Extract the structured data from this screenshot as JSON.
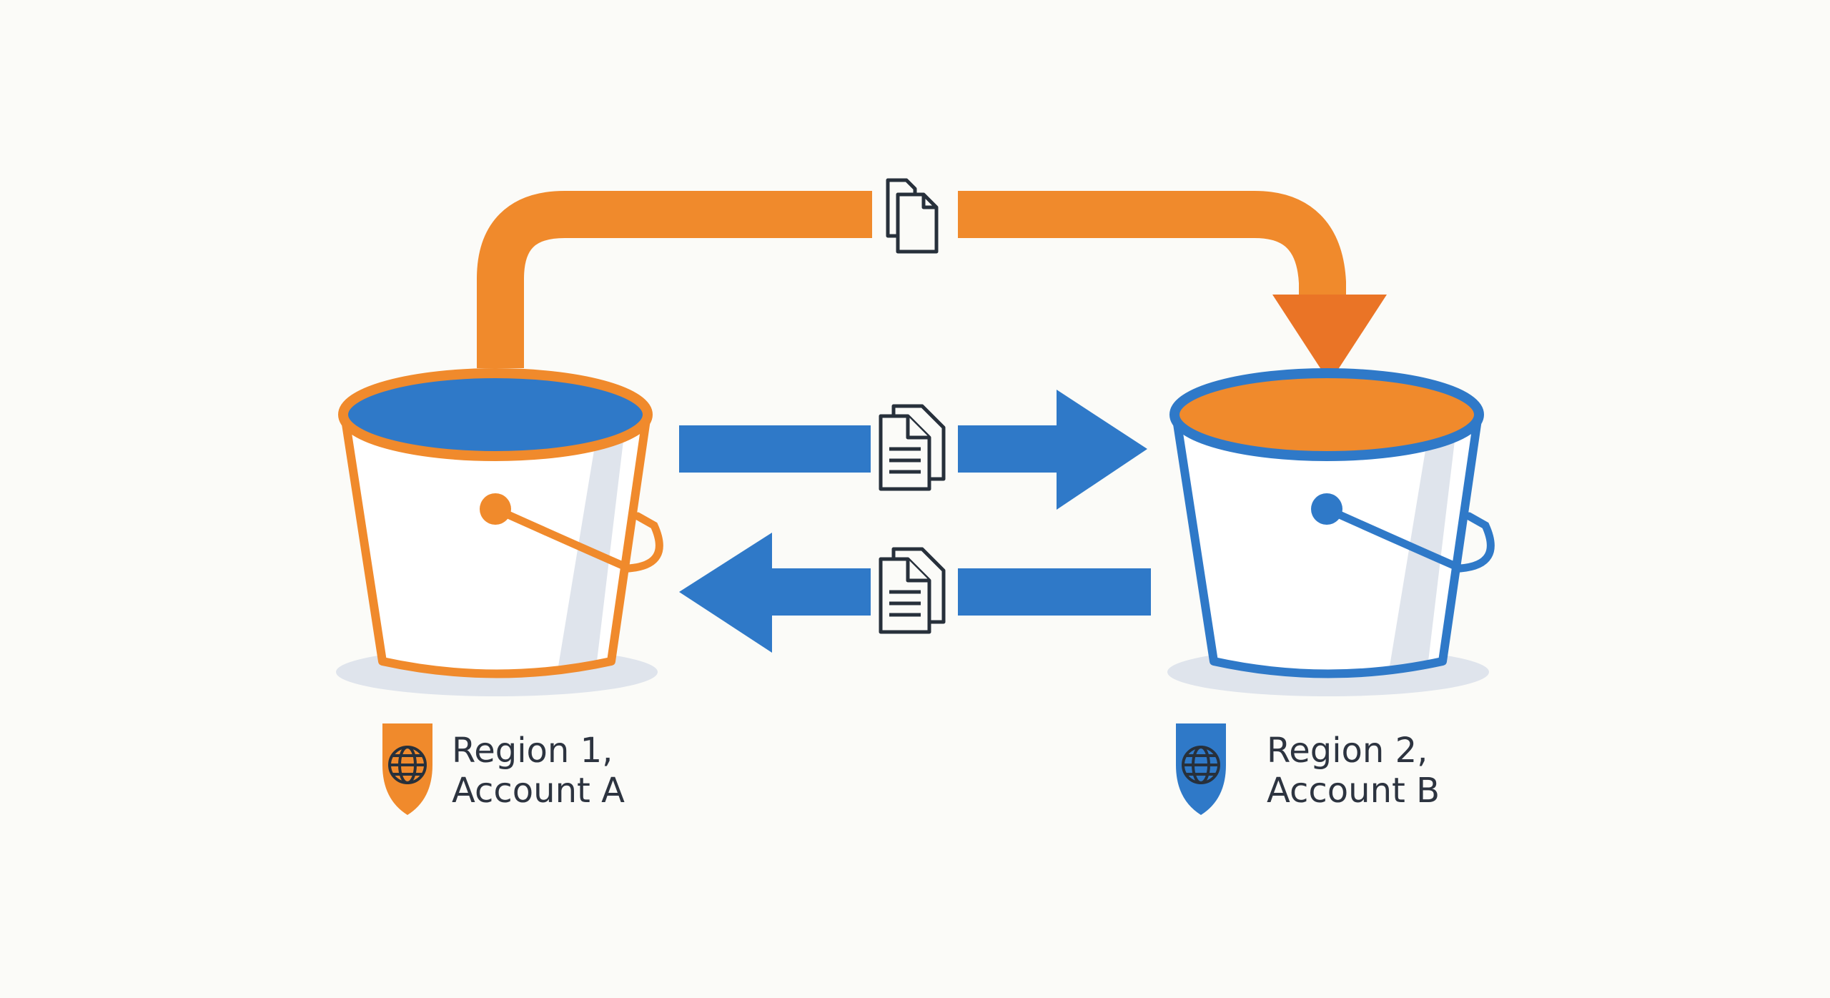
{
  "colors": {
    "background": "#fbfbf8",
    "orange": "#f08a2c",
    "orange_dark": "#e9762a",
    "blue": "#2f79c8",
    "blue_dark": "#2a6cb9",
    "bucket_shade": "#dfe4ec",
    "doc_stroke": "#27303b",
    "text": "#2d3440"
  },
  "icons": {
    "replication_doc": "documents-icon",
    "sync_doc": "documents-lines-icon",
    "badge": "globe-icon"
  },
  "source": {
    "label_line1": "Region 1,",
    "label_line2": "Account A",
    "color": "orange"
  },
  "destination": {
    "label_line1": "Region 2,",
    "label_line2": "Account B",
    "color": "blue"
  },
  "flows": [
    {
      "from": "source",
      "to": "destination",
      "style": "curved",
      "color": "orange"
    },
    {
      "from": "source",
      "to": "destination",
      "style": "straight",
      "color": "blue"
    },
    {
      "from": "destination",
      "to": "source",
      "style": "straight",
      "color": "blue"
    }
  ]
}
